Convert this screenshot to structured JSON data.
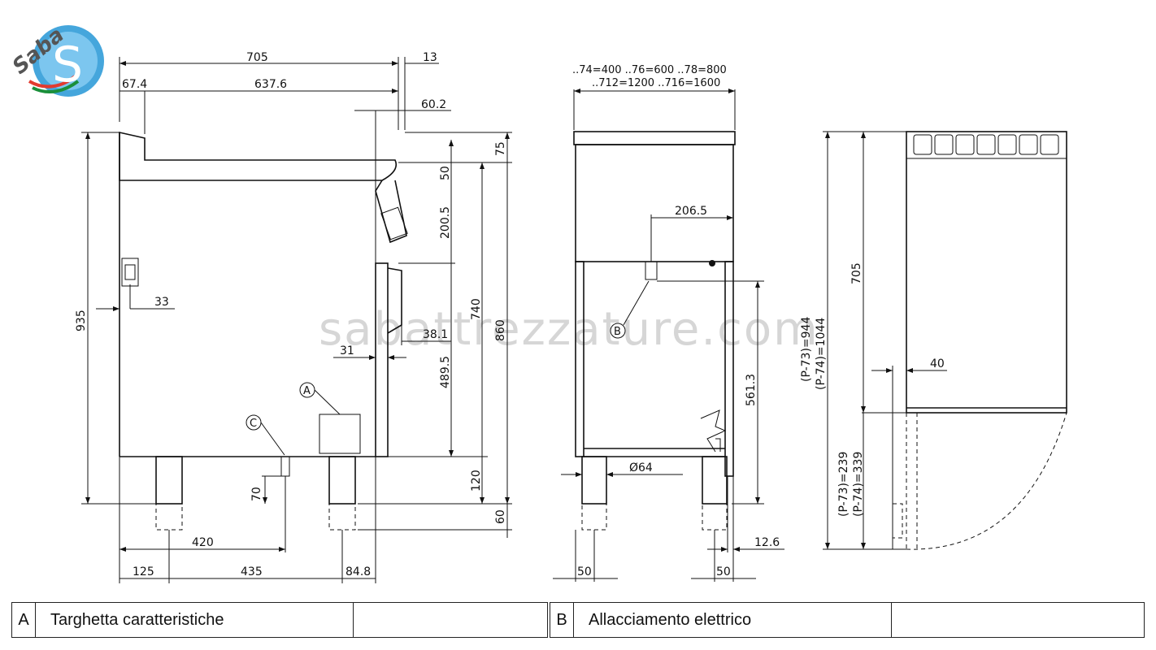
{
  "logo": {
    "text": "Saba",
    "mark": "S"
  },
  "watermark": "sabattrezzature.com",
  "side_view": {
    "dims": {
      "overall_depth": "705",
      "back_overhang": "13",
      "front_offset": "67.4",
      "top_depth": "637.6",
      "panel_offset": "60.2",
      "height_top": "75",
      "h50": "50",
      "h200": "200.5",
      "h740": "740",
      "h860": "860",
      "h935": "935",
      "h489": "489.5",
      "h120": "120",
      "h60": "60",
      "h70": "70",
      "side33": "33",
      "d38": "38.1",
      "d31": "31",
      "l420": "420",
      "l125": "125",
      "l435": "435",
      "l848": "84.8"
    },
    "callouts": {
      "a": "A",
      "c": "C"
    }
  },
  "front_view": {
    "widths_line1": "..74=400  ..76=600  ..78=800",
    "widths_line2": "..712=1200  ..716=1600",
    "dims": {
      "d206": "206.5",
      "d561": "561.3",
      "dia": "Ø64",
      "d50a": "50",
      "d50b": "50",
      "d126": "12.6"
    },
    "callouts": {
      "b": "B"
    }
  },
  "top_view": {
    "dims": {
      "d705": "705",
      "d40": "40",
      "p944": "(P-73)=944",
      "p1044": "(P-74)=1044",
      "p239": "(P-73)=239",
      "p339": "(P-74)=339"
    }
  },
  "legend": [
    {
      "code": "A",
      "label": "Targhetta caratteristiche"
    },
    {
      "code": "B",
      "label": "Allacciamento elettrico"
    }
  ]
}
